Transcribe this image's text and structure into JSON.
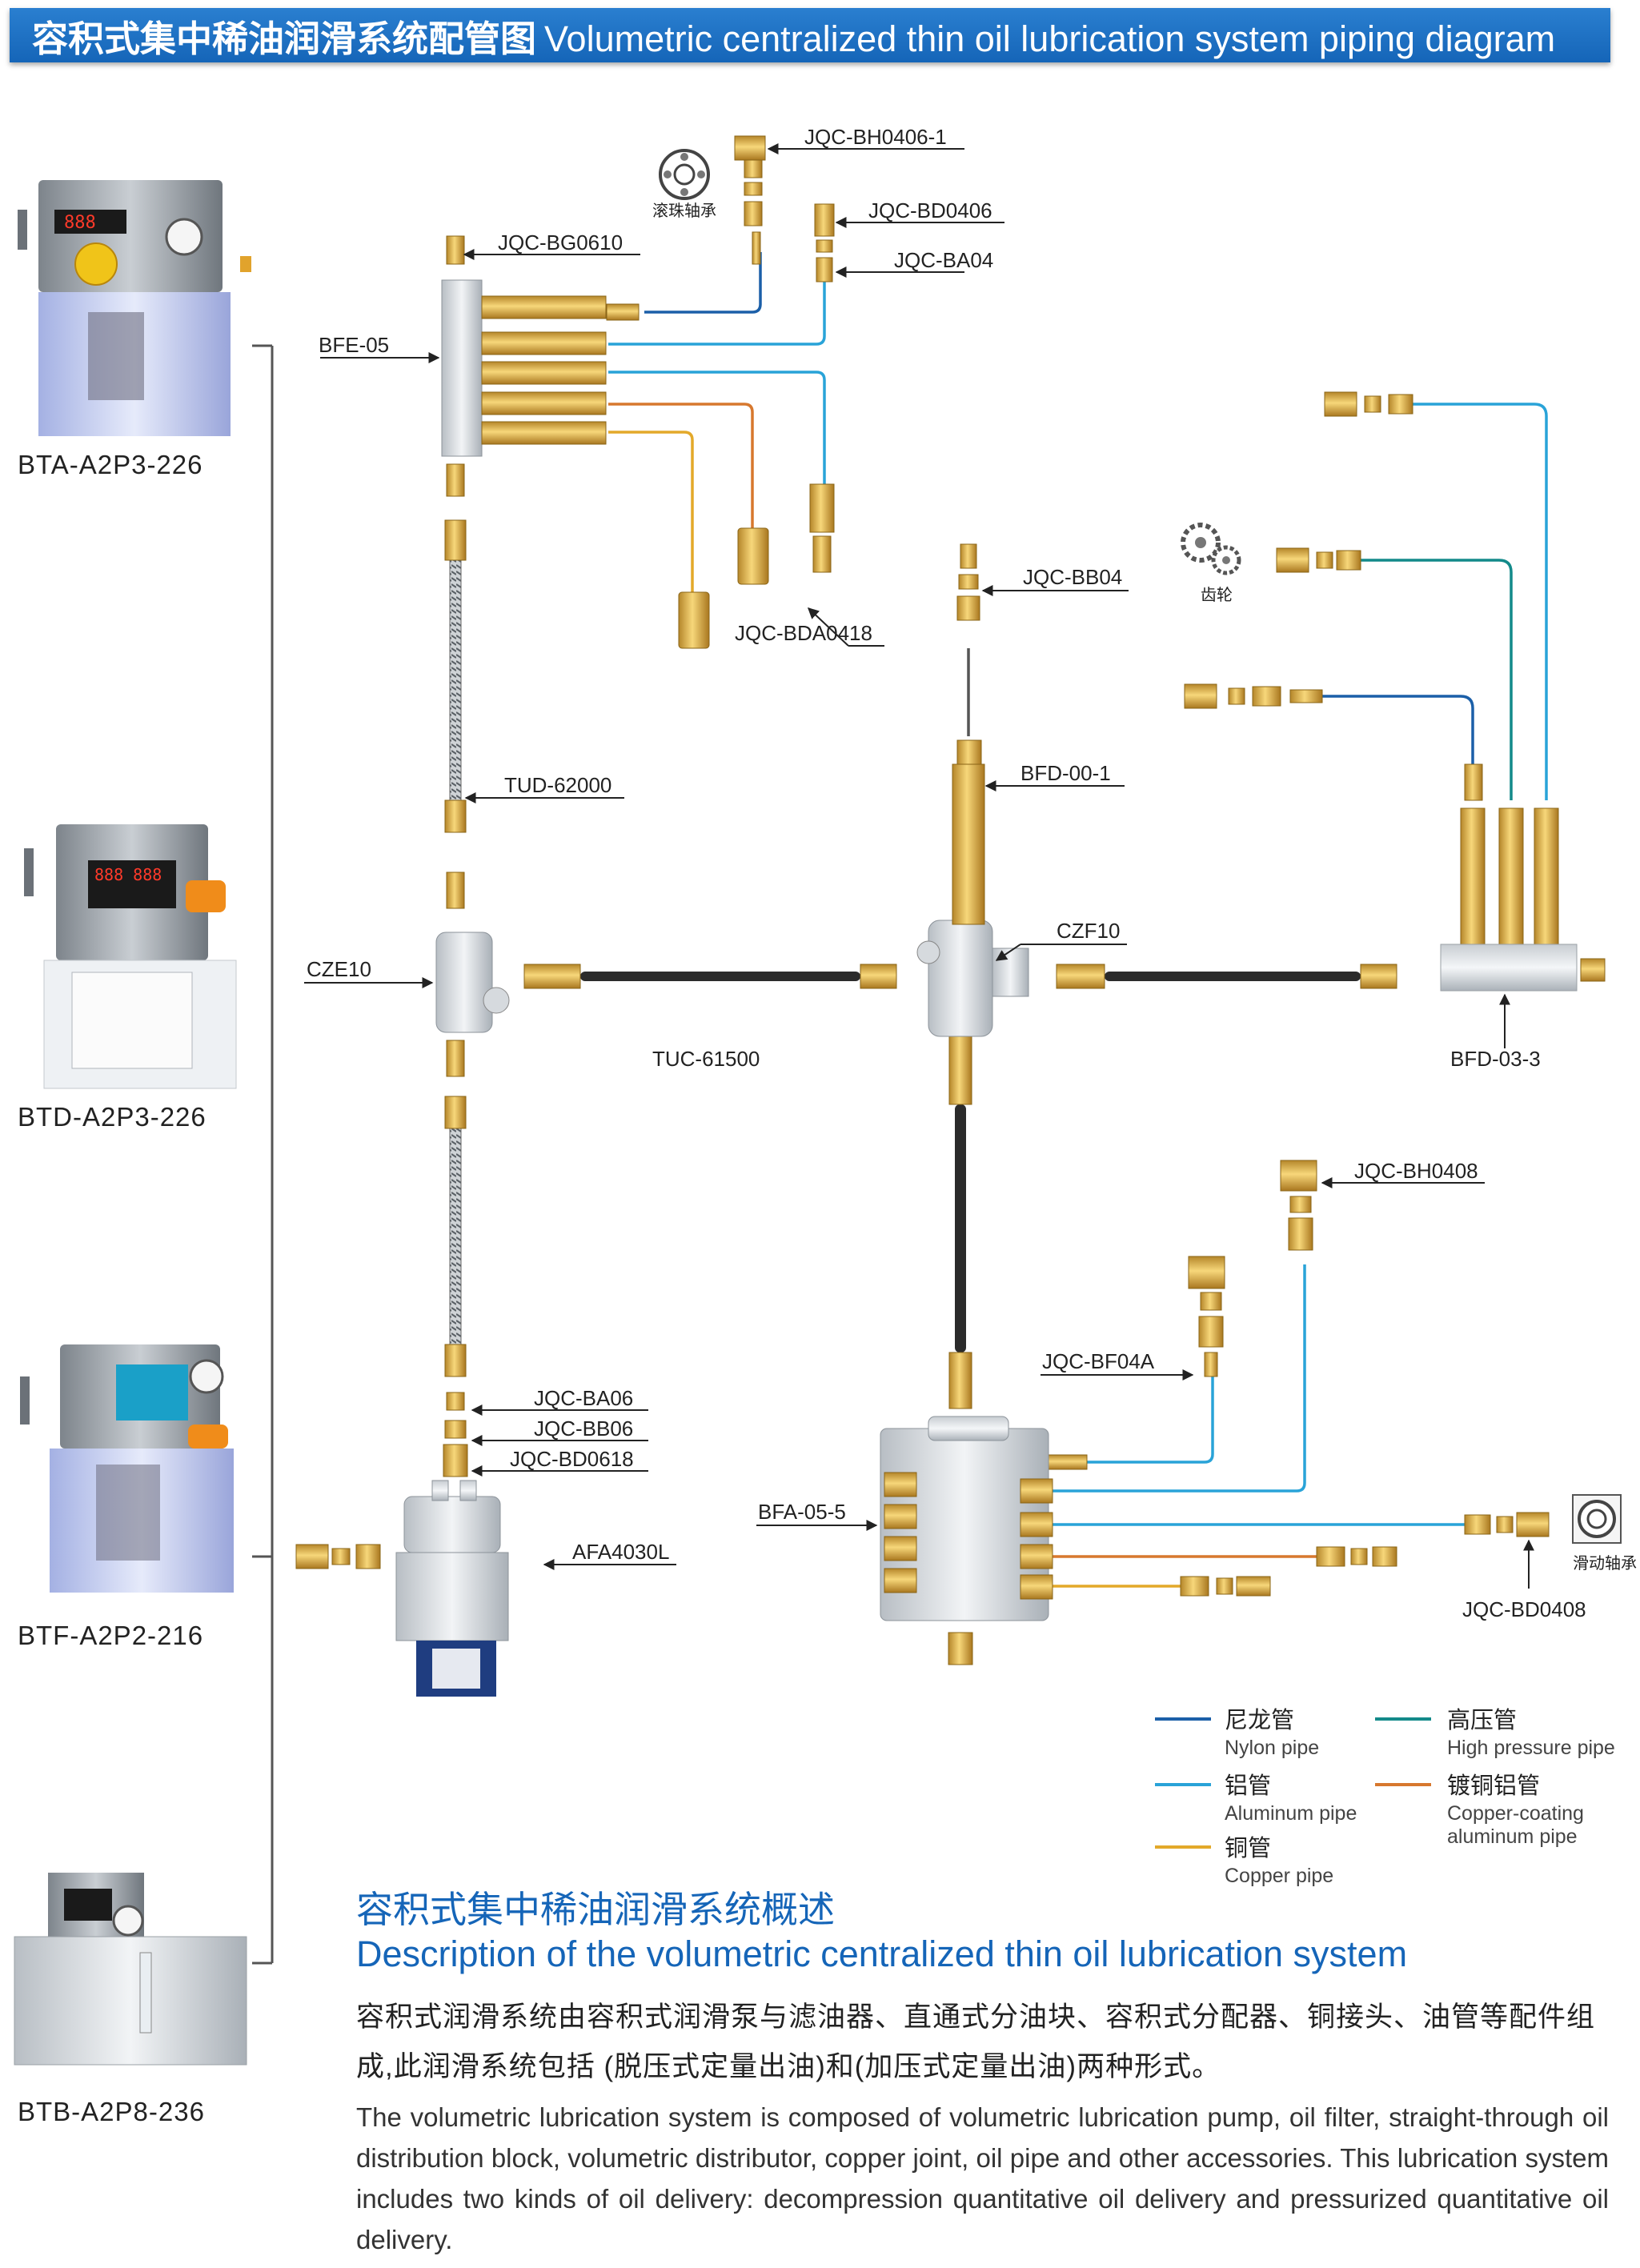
{
  "header": {
    "title_cn": "容积式集中稀油润滑系统配管图",
    "title_en": "Volumetric centralized thin oil lubrication system piping diagram"
  },
  "pumps": [
    {
      "model": "BTA-A2P3-226"
    },
    {
      "model": "BTD-A2P3-226"
    },
    {
      "model": "BTF-A2P2-216"
    },
    {
      "model": "BTB-A2P8-236"
    }
  ],
  "parts": {
    "bfe05": "BFE-05",
    "jqc_bg0610": "JQC-BG0610",
    "jqc_bh0406_1": "JQC-BH0406-1",
    "jqc_bd0406": "JQC-BD0406",
    "jqc_ba04": "JQC-BA04",
    "jqc_bda0418": "JQC-BDA0418",
    "jqc_bb04": "JQC-BB04",
    "tud62000": "TUD-62000",
    "bfd001": "BFD-00-1",
    "cze10": "CZE10",
    "czf10": "CZF10",
    "tuc61500": "TUC-61500",
    "bfd033": "BFD-03-3",
    "jqc_bh0408": "JQC-BH0408",
    "jqc_bf04a": "JQC-BF04A",
    "jqc_ba06": "JQC-BA06",
    "jqc_bb06": "JQC-BB06",
    "jqc_bd0618": "JQC-BD0618",
    "afa4030l": "AFA4030L",
    "bfa055": "BFA-05-5",
    "jqc_bd0408": "JQC-BD0408",
    "ball_bearing": "滚珠轴承",
    "gear": "齿轮",
    "sliding_bearing": "滑动轴承"
  },
  "legend": [
    {
      "cn": "尼龙管",
      "en": "Nylon pipe",
      "color": "#1b5fa8"
    },
    {
      "cn": "高压管",
      "en": "High pressure pipe",
      "color": "#138a8a"
    },
    {
      "cn": "铝管",
      "en": "Aluminum pipe",
      "color": "#29a3d8"
    },
    {
      "cn": "镀铜铝管",
      "en": "Copper-coating aluminum pipe",
      "color": "#d7782e"
    },
    {
      "cn": "铜管",
      "en": "Copper pipe",
      "color": "#e3a92a"
    }
  ],
  "description": {
    "title_cn": "容积式集中稀油润滑系统概述",
    "title_en": "Description of the volumetric centralized thin oil lubrication system",
    "body_cn": "容积式润滑系统由容积式润滑泵与滤油器、直通式分油块、容积式分配器、铜接头、油管等配件组成,此润滑系统包括 (脱压式定量出油)和(加压式定量出油)两种形式。",
    "body_en": "The volumetric lubrication system is composed of volumetric lubrication pump, oil filter, straight-through oil distribution block, volumetric distributor, copper joint, oil pipe and other accessories. This lubrication system includes two kinds of oil delivery: decompression quantitative oil delivery and pressurized quantitative oil delivery."
  }
}
